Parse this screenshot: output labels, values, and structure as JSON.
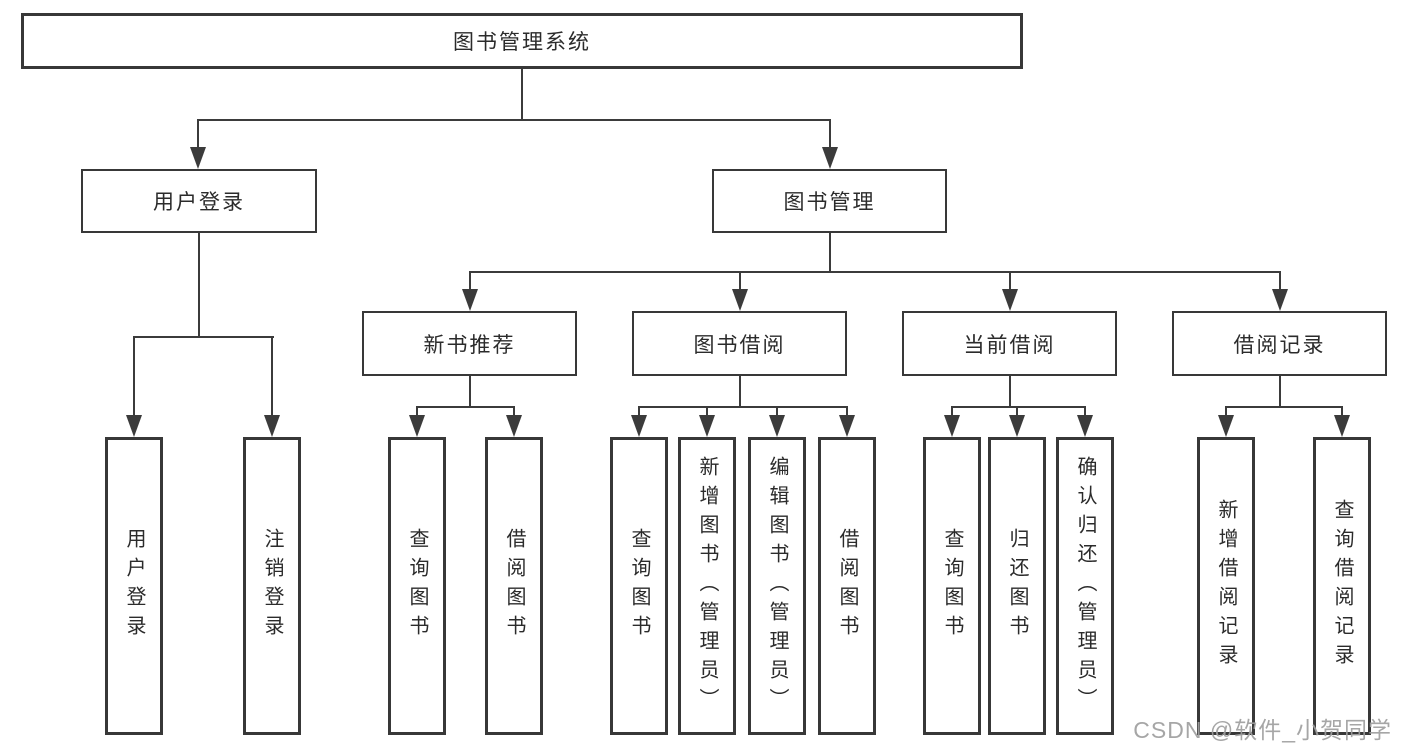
{
  "diagram": {
    "title_node": {
      "label": "图书管理系统"
    },
    "level2": [
      {
        "label": "用户登录"
      },
      {
        "label": "图书管理"
      }
    ],
    "level3": [
      {
        "label": "新书推荐"
      },
      {
        "label": "图书借阅"
      },
      {
        "label": "当前借阅"
      },
      {
        "label": "借阅记录"
      }
    ],
    "leaves": [
      {
        "label": "用户登录",
        "parent": "用户登录"
      },
      {
        "label": "注销登录",
        "parent": "用户登录"
      },
      {
        "label": "查询图书",
        "parent": "新书推荐"
      },
      {
        "label": "借阅图书",
        "parent": "新书推荐"
      },
      {
        "label": "查询图书",
        "parent": "图书借阅"
      },
      {
        "label": "新增图书（管理员）",
        "parent": "图书借阅"
      },
      {
        "label": "编辑图书（管理员）",
        "parent": "图书借阅"
      },
      {
        "label": "借阅图书",
        "parent": "图书借阅"
      },
      {
        "label": "查询图书",
        "parent": "当前借阅"
      },
      {
        "label": "归还图书",
        "parent": "当前借阅"
      },
      {
        "label": "确认归还（管理员）",
        "parent": "当前借阅"
      },
      {
        "label": "新增借阅记录",
        "parent": "借阅记录"
      },
      {
        "label": "查询借阅记录",
        "parent": "借阅记录"
      }
    ]
  },
  "watermark": {
    "text": "CSDN @软件_小贺同学"
  },
  "colors": {
    "background": "#ffffff",
    "box_border": "#383838",
    "connector": "#3b3b3b",
    "text": "#2b2b2b",
    "watermark": "#9e9e9e"
  }
}
